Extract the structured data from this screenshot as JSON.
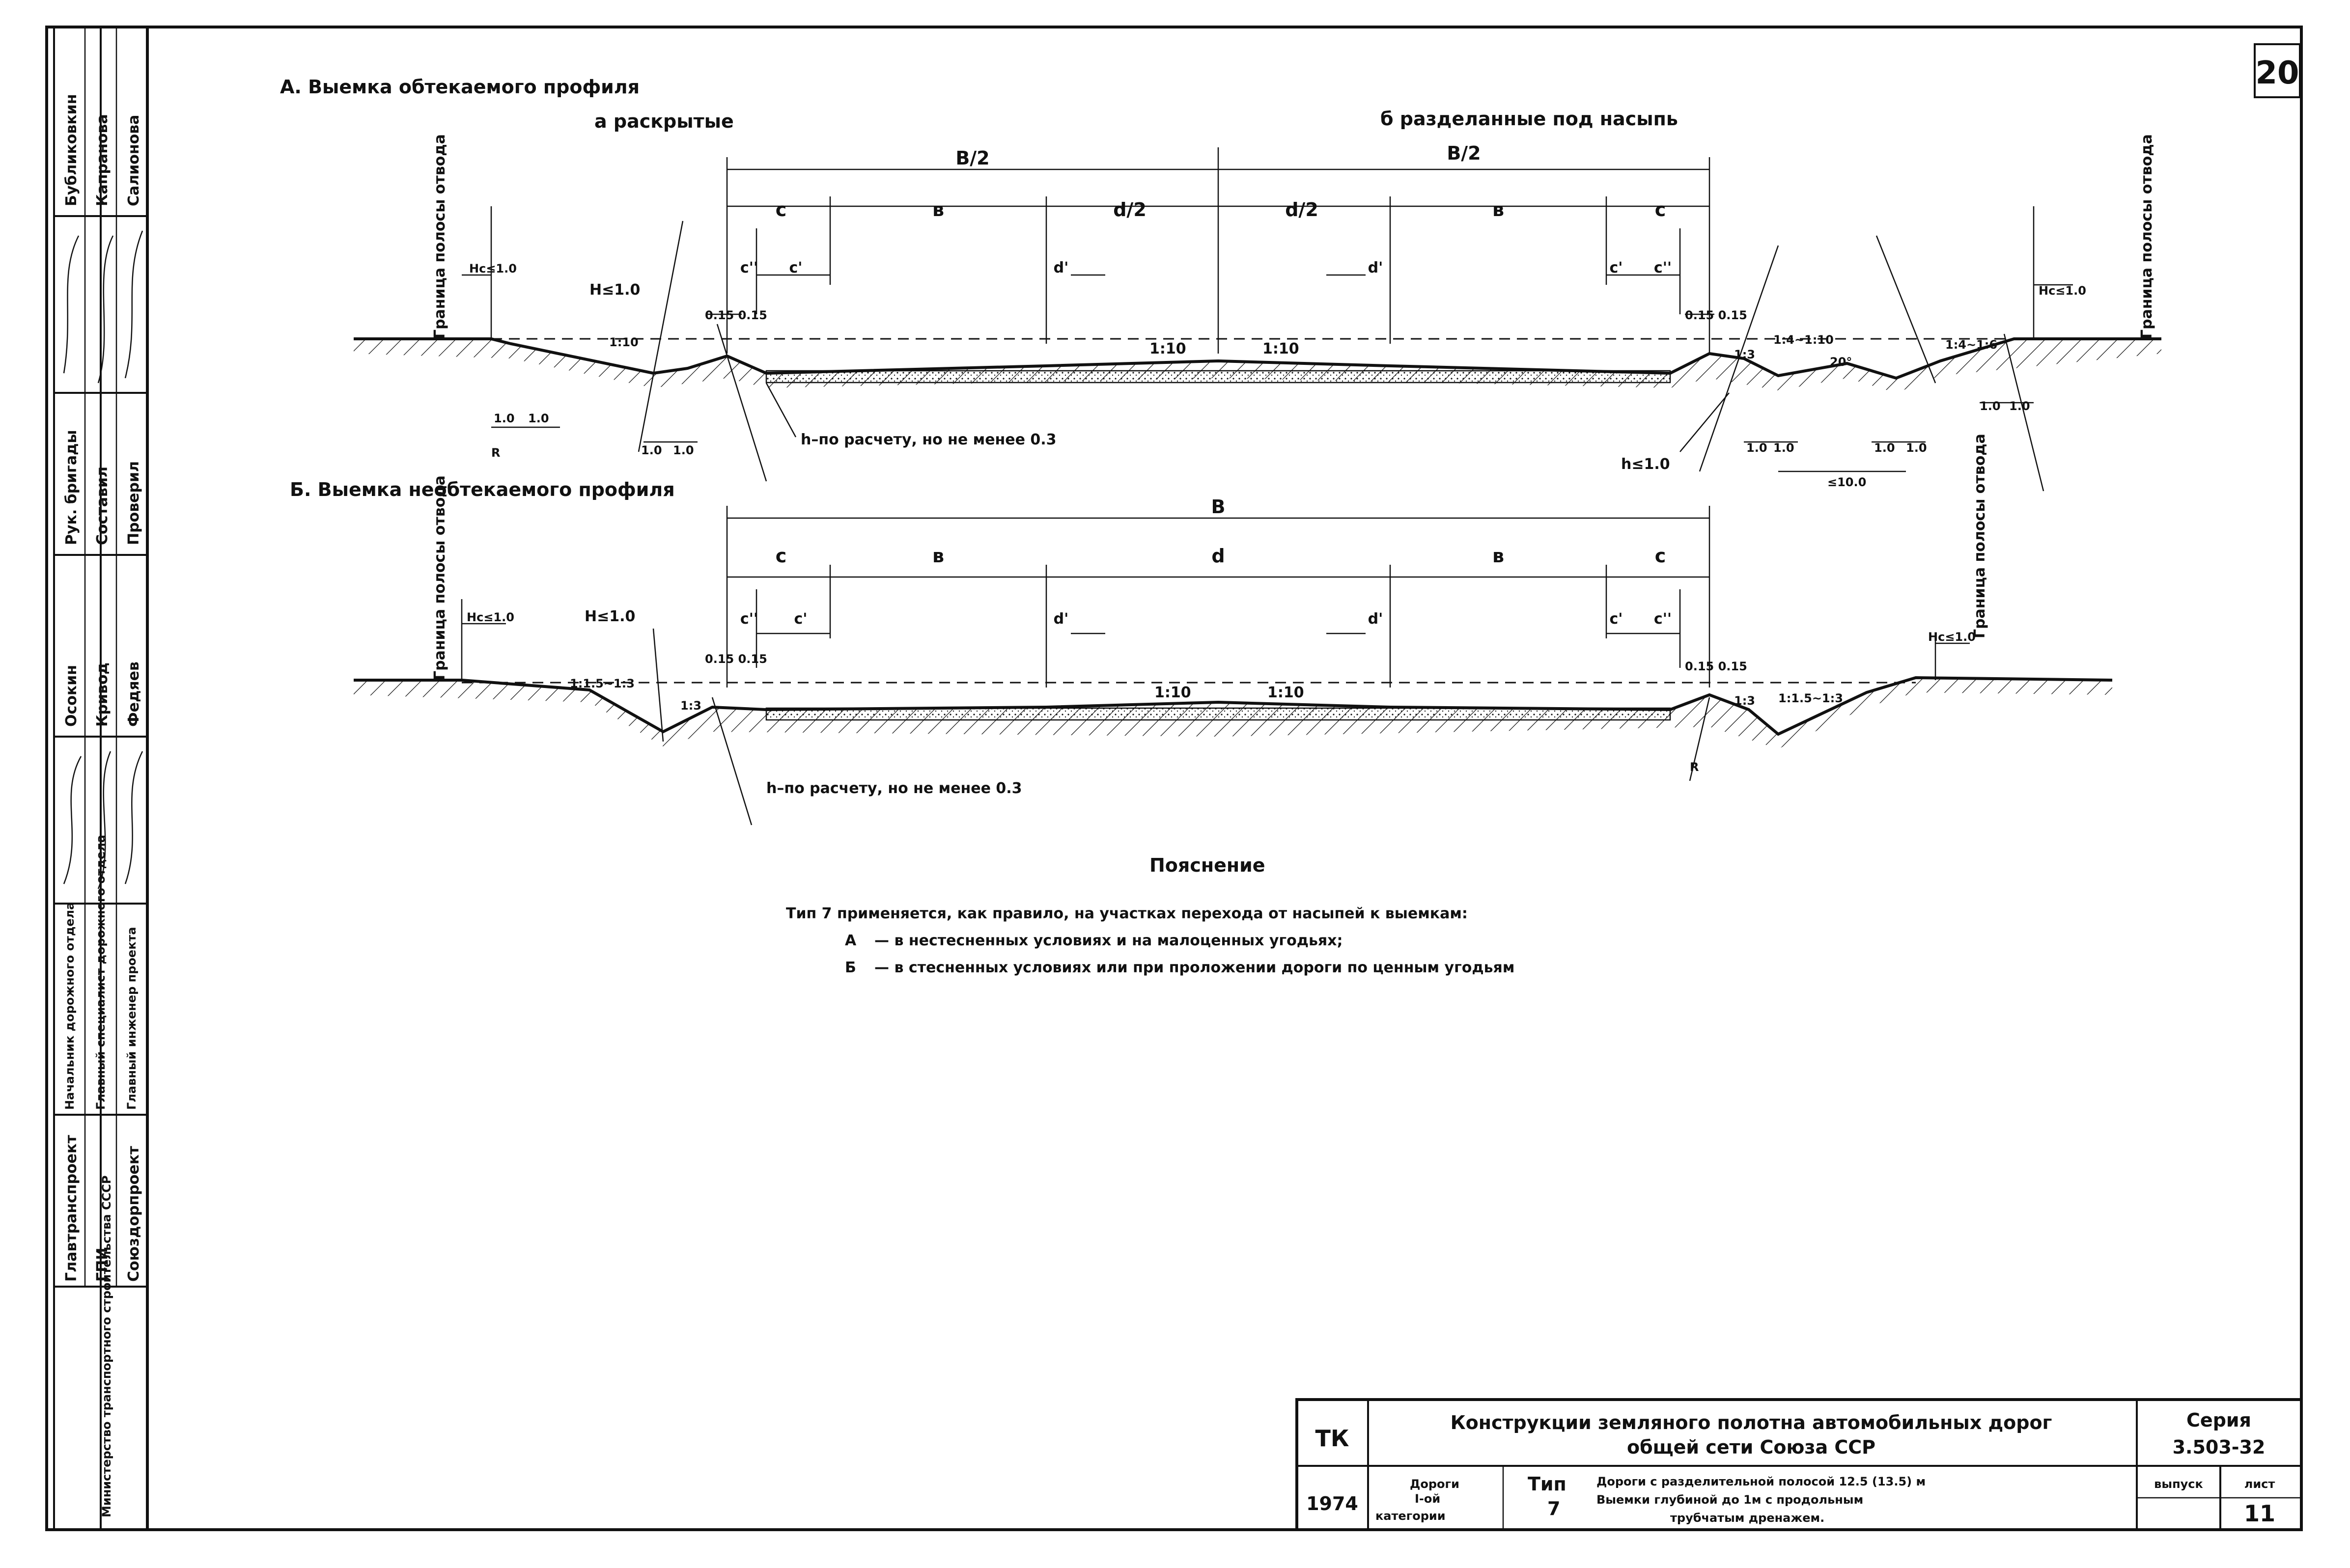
{
  "sheet_number": "20",
  "section_A": {
    "title": "А. Выемка обтекаемого профиля",
    "sub_a": "а раскрытые",
    "sub_b": "б разделанные под насыпь",
    "dims": {
      "b_half_left": "В/2",
      "b_half_right": "В/2",
      "c_left": "с",
      "v_left": "в",
      "d_half_left": "d/2",
      "d_half_right": "d/2",
      "v_right": "в",
      "c_right": "с",
      "c2_left": "с''",
      "c1_left": "с'",
      "d1_left": "d'",
      "d1_right": "d'",
      "c1_right": "с'",
      "c2_right": "с''"
    },
    "labels": {
      "left_boundary": "Граница полосы отвода",
      "right_boundary": "Граница полосы отвода",
      "hc_left": "Нс≤1.0",
      "hc_right": "Нс≤1.0",
      "h_left": "Н≤1.0",
      "slope_center_left": "1:10",
      "slope_center_right": "1:10",
      "slope_left": "1:10",
      "slope_right_a": "1:3",
      "slope_right_b": "1:4~1:10",
      "slope_right_c": "1:4~1:6",
      "angle_right": "20°",
      "dim_left_a": "1.0",
      "dim_left_b": "1.0",
      "dim_left_c": "1.0",
      "dim_left_d": "1.0",
      "dim_right_a": "1.0",
      "dim_right_b": "1.0",
      "dim_right_c": "1.0",
      "dim_right_d": "1.0",
      "dim_right_e": "1.0",
      "dim_right_f": "1.0",
      "dim_right_long": "≤10.0",
      "ditch_left": "0.15 0.15",
      "ditch_right": "0.15 0.15",
      "h_note": "h–по расчету, но не менее 0.3",
      "h_right": "h≤1.0",
      "r_mark": "R"
    }
  },
  "section_B": {
    "title": "Б. Выемка необтекаемого профиля",
    "dims": {
      "b_full": "В",
      "c_left": "с",
      "v_left": "в",
      "d": "d",
      "v_right": "в",
      "c_right": "с",
      "c2_left": "с''",
      "c1_left": "с'",
      "d1_left": "d'",
      "d1_right": "d'",
      "c1_right": "с'",
      "c2_right": "с''"
    },
    "labels": {
      "left_boundary": "Граница полосы отвода",
      "right_boundary": "Граница полосы отвода",
      "hc_left": "Нс≤1.0",
      "hc_right": "Нс≤1.0",
      "h_left": "Н≤1.0",
      "slope_left": "1:1.5~1:3",
      "slope_left_b": "1:3",
      "slope_center_left": "1:10",
      "slope_center_right": "1:10",
      "slope_right_a": "1:3",
      "slope_right_b": "1:1.5~1:3",
      "ditch_left": "0.15 0.15",
      "ditch_right": "0.15 0.15",
      "h_note": "h–по расчету, но не менее 0.3",
      "r_mark": "R"
    }
  },
  "explanation": {
    "title": "Пояснение",
    "line1": "Тип 7  применяется, как правило, на участках перехода от насыпей к выемкам:",
    "line2_key": "А",
    "line2": "— в нестесненных условиях и на малоценных угодьях;",
    "line3_key": "Б",
    "line3": "— в стесненных условиях или при проложении дороги по ценным угодьям"
  },
  "side_stamp": {
    "col1": [
      "Бубликовкин",
      "Капранова",
      "Салионова"
    ],
    "col2": [
      "Рук. бригады",
      "Составил",
      "Проверил"
    ],
    "col3": [
      "Осокин",
      "Кривод",
      "Федяев"
    ],
    "col4": [
      "Начальник дорожного отдела",
      "Главный специалист дорожного отдела",
      "Главный инженер проекта"
    ],
    "col5": [
      "Главтранспроект",
      "ГПИ",
      "Союздорпроект"
    ],
    "col6": "Министерство транспортного строительства СССР"
  },
  "title_block": {
    "tk": "ТК",
    "year": "1974",
    "main_title_1": "Конструкции земляного полотна автомобильных дорог",
    "main_title_2": "общей сети Союза ССР",
    "roads": "Дороги",
    "category_num": "I-ой",
    "category": "категории",
    "type_label": "Тип",
    "type_num": "7",
    "desc_1": "Дороги с разделительной полосой 12.5 (13.5) м",
    "desc_2": "Выемки глубиной до 1м с продольным",
    "desc_3": "трубчатым дренажем.",
    "series_label": "Серия",
    "series": "3.503-32",
    "issue_label": "выпуск",
    "issue": "",
    "sheet_label": "лист",
    "sheet": "11"
  }
}
